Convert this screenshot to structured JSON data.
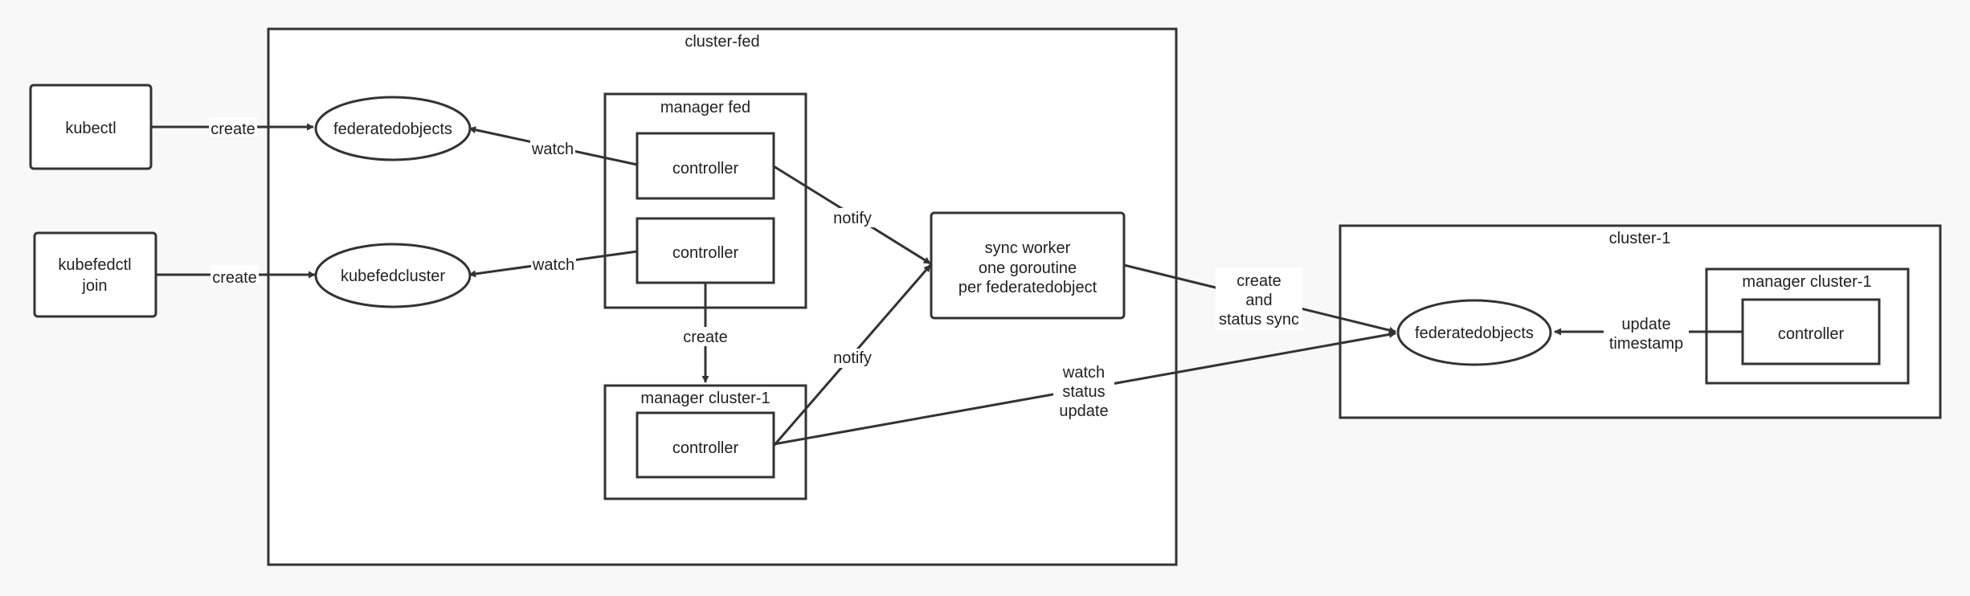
{
  "groups": {
    "cluster_fed": "cluster-fed",
    "manager_fed": "manager fed",
    "manager_cluster_1_inner": "manager cluster-1",
    "cluster_1": "cluster-1",
    "manager_cluster_1_right": "manager cluster-1"
  },
  "nodes": {
    "kubectl": "kubectl",
    "kubefedctl_join": [
      "kubefedctl",
      "join"
    ],
    "federatedobjects_left": "federatedobjects",
    "kubefedcluster": "kubefedcluster",
    "controller_fed_1": "controller",
    "controller_fed_2": "controller",
    "controller_cluster_1": "controller",
    "sync_worker": [
      "sync worker",
      "one goroutine",
      "per federatedobject"
    ],
    "federatedobjects_right": "federatedobjects",
    "controller_right": "controller"
  },
  "edges": {
    "kubectl_create": "create",
    "kubefedctl_create": "create",
    "watch_1": "watch",
    "watch_2": "watch",
    "notify_1": "notify",
    "notify_2": "notify",
    "manager_create": "create",
    "create_status_sync": [
      "create",
      "and",
      "status sync"
    ],
    "watch_status_update": [
      "watch",
      "status",
      "update"
    ],
    "update_timestamp": [
      "update",
      "timestamp"
    ]
  }
}
